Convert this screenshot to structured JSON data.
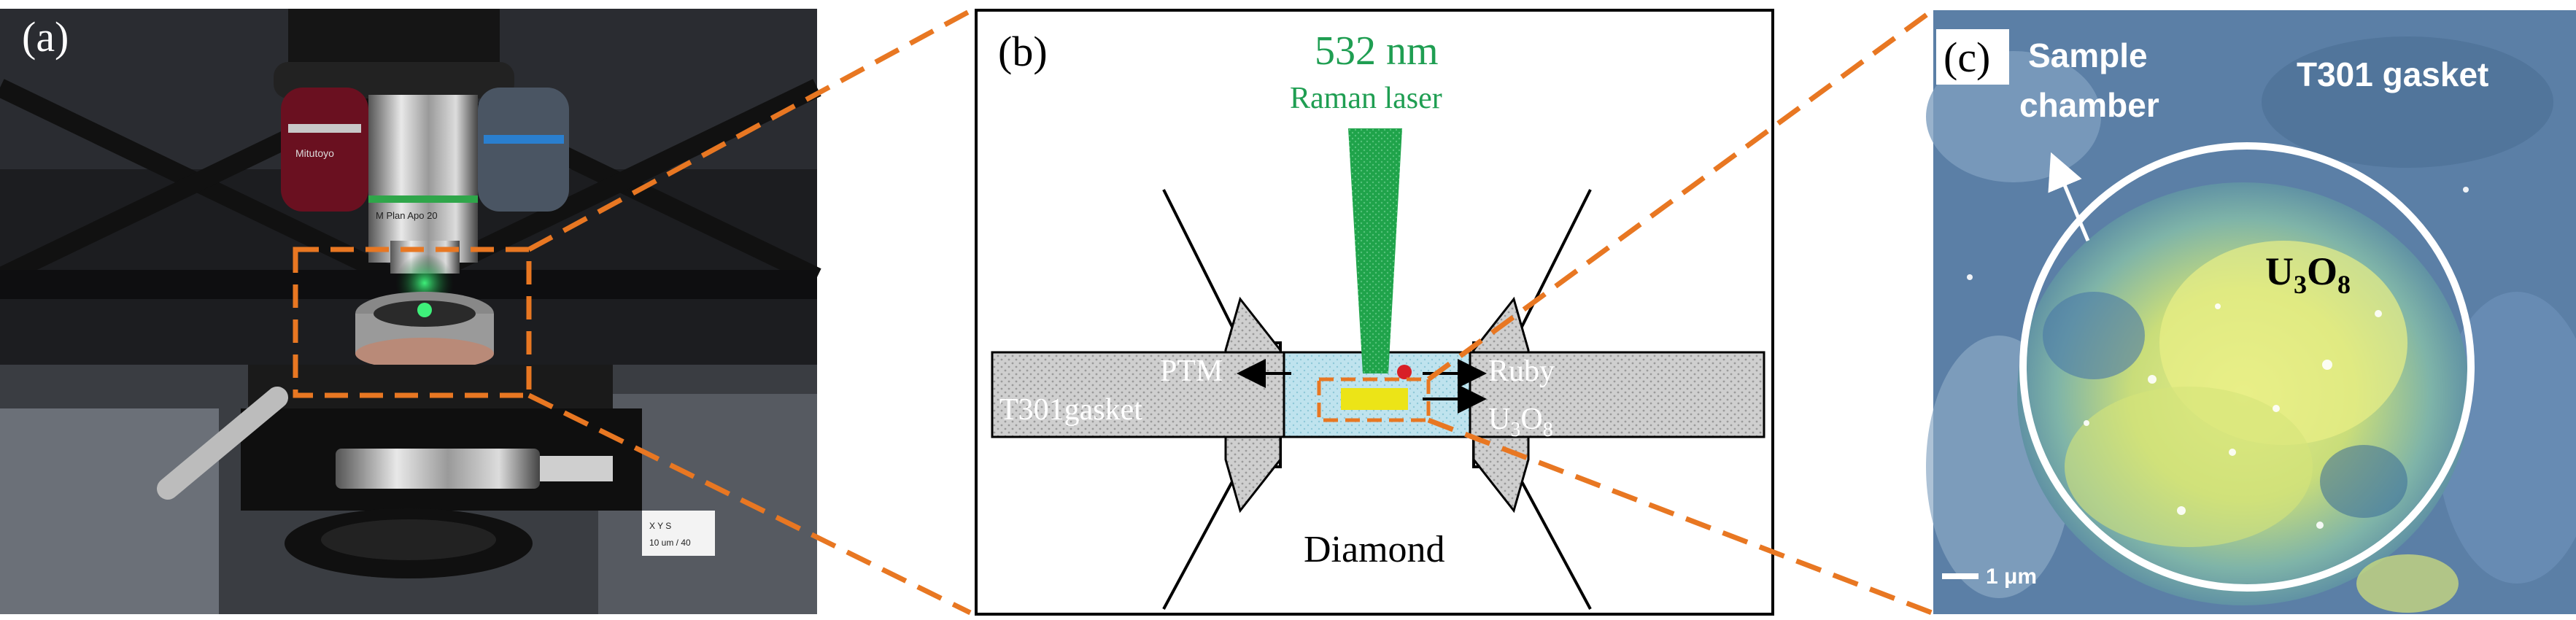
{
  "panel_a": {
    "label": "(a)",
    "objective_text": "Mitutoyo",
    "objective_text_2": "M Plan Apo 20",
    "note_text_1": "X Y S",
    "note_text_2": "10 um / 40"
  },
  "panel_b": {
    "label": "(b)",
    "laser_wavelength": "532 nm",
    "laser_name": "Raman laser",
    "ptm": "PTM",
    "gasket": "T301gasket",
    "ruby": "Ruby",
    "sample_main": "U",
    "sample_sub1": "3",
    "sample_mid": "O",
    "sample_sub2": "8",
    "diamond": "Diamond"
  },
  "panel_c": {
    "label": "(c)",
    "sample_chamber_line1": "Sample",
    "sample_chamber_line2": "chamber",
    "gasket": "T301 gasket",
    "sample_main": "U",
    "sample_sub1": "3",
    "sample_mid": "O",
    "sample_sub2": "8",
    "scale": "1 μm"
  },
  "colors": {
    "orange_dash": "#e87722",
    "laser_green": "#1fa34a",
    "label_green": "#1f9e52",
    "gasket_gray": "#c8c8c8",
    "chamber_blue": "#bfe3ee",
    "ruby_red": "#d81f26",
    "sample_yellow": "#ece417"
  }
}
